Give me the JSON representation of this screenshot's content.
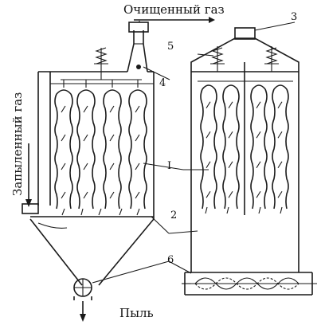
{
  "labels": {
    "clean_gas": "Очищенный газ",
    "dusty_gas": "Запыленный газ",
    "dust": "Пыль",
    "n1": "I",
    "n2": "2",
    "n3": "3",
    "n4": "4",
    "n5": "5",
    "n6": "6"
  },
  "colors": {
    "ink": "#1a1a1a",
    "paper": "#ffffff"
  }
}
